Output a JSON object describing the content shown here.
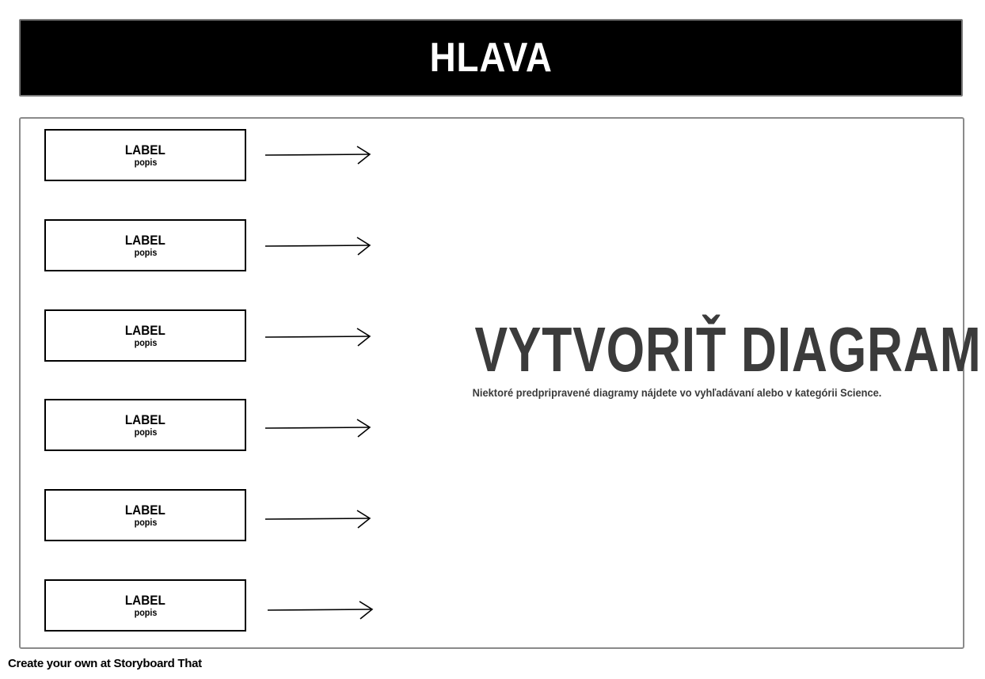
{
  "header": {
    "title": "HLAVA"
  },
  "labels": [
    {
      "title": "LABEL",
      "description": "popis"
    },
    {
      "title": "LABEL",
      "description": "popis"
    },
    {
      "title": "LABEL",
      "description": "popis"
    },
    {
      "title": "LABEL",
      "description": "popis"
    },
    {
      "title": "LABEL",
      "description": "popis"
    },
    {
      "title": "LABEL",
      "description": "popis"
    }
  ],
  "diagram": {
    "title": "VYTVORIŤ DIAGRAM",
    "subtitle": "Niektoré predpripravené diagramy nájdete vo vyhľadávaní alebo v kategórii Science."
  },
  "footer": {
    "text": "Create your own at Storyboard That"
  },
  "colors": {
    "header_bg": "#000000",
    "header_text": "#ffffff",
    "diagram_text": "#3b3b3b",
    "border": "#8a8a8a"
  }
}
